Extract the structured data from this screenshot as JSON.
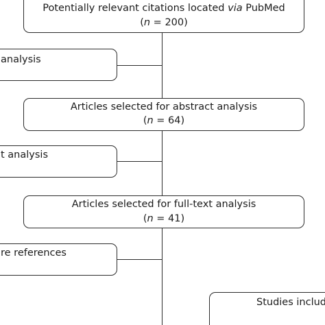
{
  "flow": {
    "box1": {
      "line1_pre": "Potentially relevant citations located ",
      "line1_italic": "via",
      "line1_post": " PubMed",
      "n_label": "n",
      "n_value": " = 200)"
    },
    "excl1": {
      "text": "analysis"
    },
    "box2": {
      "line1": "Articles selected for abstract analysis",
      "n_label": "n",
      "n_value": " = 64)"
    },
    "excl2": {
      "text": "t analysis"
    },
    "box3": {
      "line1": "Articles selected for full-text analysis",
      "n_label": "n",
      "n_value": " = 41)"
    },
    "excl3": {
      "text": "re references"
    },
    "box4": {
      "text": "Studies include"
    },
    "open_paren": "("
  }
}
